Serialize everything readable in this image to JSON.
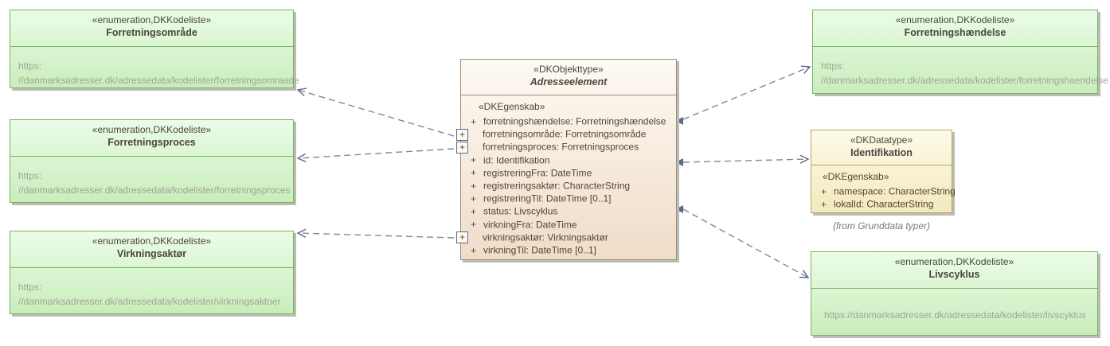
{
  "diagram_title": "Adresseelement UML class diagram",
  "classes": {
    "forretningsomraade": {
      "stereotype": "«enumeration,DKKodeliste»",
      "name": "Forretningsområde",
      "url_lines": [
        "https:",
        "//danmarksadresser.dk/adressedata/kodelister/forretningsomraade"
      ]
    },
    "forretningsproces": {
      "stereotype": "«enumeration,DKKodeliste»",
      "name": "Forretningsproces",
      "url_lines": [
        "https:",
        "//danmarksadresser.dk/adressedata/kodelister/forretningsproces"
      ]
    },
    "virkningsaktoer": {
      "stereotype": "«enumeration,DKKodeliste»",
      "name": "Virkningsaktør",
      "url_lines": [
        "https:",
        "//danmarksadresser.dk/adressedata/kodelister/virkningsaktoer"
      ]
    },
    "forretningshaendelse": {
      "stereotype": "«enumeration,DKKodeliste»",
      "name": "Forretningshændelse",
      "url_lines": [
        "https:",
        "//danmarksadresser.dk/adressedata/kodelister/forretningshaendelse"
      ]
    },
    "livscyklus": {
      "stereotype": "«enumeration,DKKodeliste»",
      "name": "Livscyklus",
      "url_lines": [
        "https://danmarksadresser.dk/adressedata/kodelister/livscyklus"
      ]
    },
    "identifikation": {
      "stereotype": "«DKDatatype»",
      "name": "Identifikation",
      "section_label": "«DKEgenskab»",
      "attributes": [
        {
          "vis": "+",
          "text": "namespace: CharacterString"
        },
        {
          "vis": "+",
          "text": "lokalId: CharacterString"
        }
      ],
      "origin": "(from Grunddata typer)"
    },
    "adresseelement": {
      "stereotype": "«DKObjekttype»",
      "name": "Adresseelement",
      "section_label": "«DKEgenskab»",
      "attributes": [
        {
          "vis": "+",
          "text": "forretningshændelse: Forretningshændelse"
        },
        {
          "vis": "+",
          "text": "forretningsområde: Forretningsområde"
        },
        {
          "vis": "+",
          "text": "forretningsproces: Forretningsproces"
        },
        {
          "vis": "+",
          "text": "id: Identifikation"
        },
        {
          "vis": "+",
          "text": "registreringFra: DateTime"
        },
        {
          "vis": "+",
          "text": "registreringsaktør: CharacterString"
        },
        {
          "vis": "+",
          "text": "registreringTil: DateTime [0..1]"
        },
        {
          "vis": "+",
          "text": "status: Livscyklus"
        },
        {
          "vis": "+",
          "text": "virkningFra: DateTime"
        },
        {
          "vis": "+",
          "text": "virkningsaktør: Virkningsaktør"
        },
        {
          "vis": "+",
          "text": "virkningTil: DateTime [0..1]"
        }
      ]
    }
  },
  "colors": {
    "green_fill_top": "#ebfce7",
    "green_fill_bottom": "#c8eebb",
    "green_border": "#7ab262",
    "tan_fill_top": "#fdfaf3",
    "tan_fill_bottom": "#f0dcc9",
    "tan_border": "#9b8d7d",
    "yellow_fill_top": "#fdfbe7",
    "yellow_fill_bottom": "#f3e9bd",
    "yellow_border": "#b3a75c",
    "text_dark": "#4b463c",
    "text_attr": "#54452f",
    "url_gray": "#9fa49b",
    "origin_gray": "#7c7870",
    "connector": "#7b89a0",
    "connector_dark": "#5d6b85",
    "shadow": "#bcbcb4"
  }
}
